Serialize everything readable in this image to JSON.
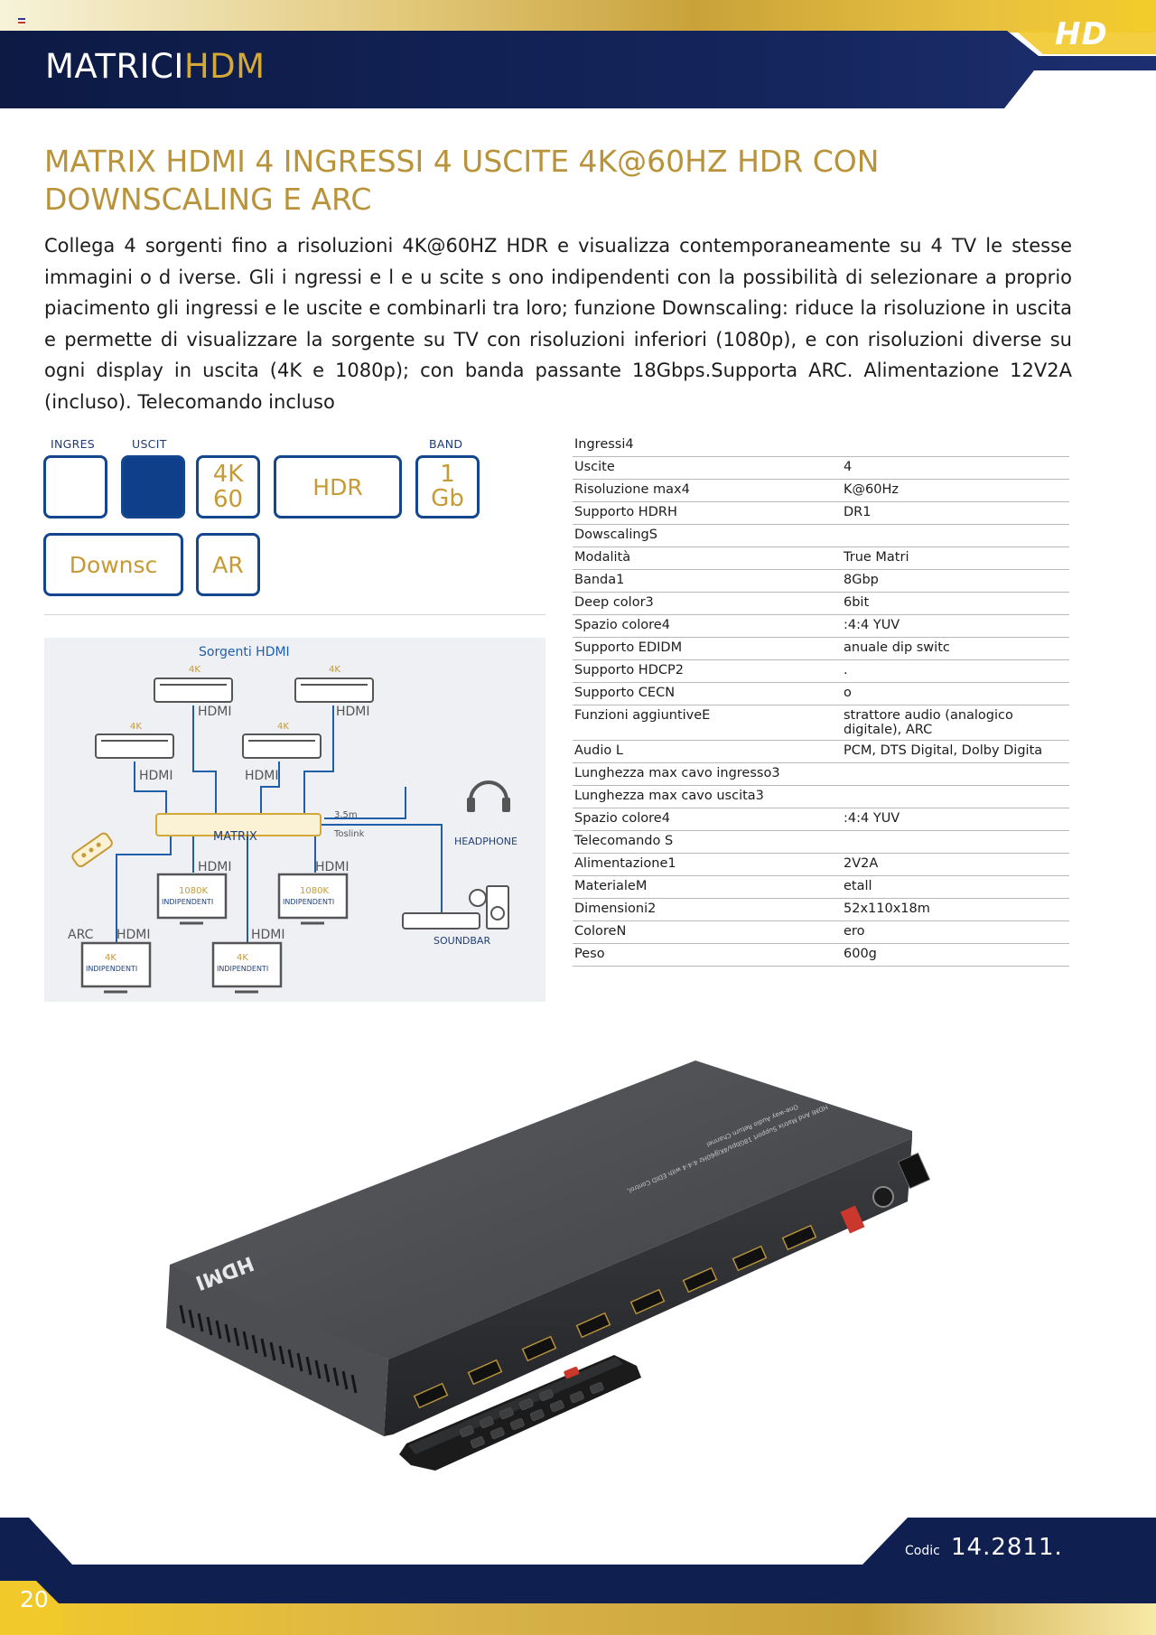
{
  "header": {
    "section_word": "MATRICI",
    "section_accent": "HDM",
    "logo": "HD"
  },
  "product": {
    "title": "MATRIX HDMI 4 INGRESSI 4 USCITE 4K@60HZ HDR CON DOWNSCALING  E ARC",
    "description": "Collega 4 sorgenti fino a risoluzioni 4K@60HZ HDR e visualizza contemporaneamente su 4 TV le stesse immagini o d iverse. Gli i ngressi e l e u scite s ono indipendenti con la possibilità di selezionare a proprio piacimento gli ingressi e le uscite e combinarli tra loro; funzione Downscaling: riduce la risoluzione in uscita e permette di visualizzare la sorgente su TV con risoluzioni inferiori (1080p), e con risoluzioni diverse su ogni display in uscita (4K e 1080p); con banda passante 18Gbps.Supporta ARC. Alimentazione 12V2A (incluso). Telecomando incluso"
  },
  "features": {
    "labels": {
      "ingressi": "INGRES",
      "uscite": "USCIT",
      "band": "BAND"
    },
    "res_top": "4K",
    "res_bottom": "60",
    "hdr": "HDR",
    "band_top": "1",
    "band_bottom": "Gb",
    "downscaling": "Downsc",
    "arc": "AR"
  },
  "diagram": {
    "title": "Sorgenti HDMI",
    "res_4k": "4K",
    "hdmi": "HDMI",
    "matrix": "MATRIX",
    "cable_length": "3,5m",
    "toslink": "Toslink",
    "headphone": "HEADPHONE",
    "soundbar": "SOUNDBAR",
    "arc": "ARC",
    "res_1080k": "1080K",
    "indipendenti": "INDIPENDENTI"
  },
  "specs": [
    {
      "label": "Ingressi4",
      "value": ""
    },
    {
      "label": "Uscite",
      "value": "4"
    },
    {
      "label": "Risoluzione max4",
      "value": "K@60Hz"
    },
    {
      "label": "Supporto HDRH",
      "value": "DR1"
    },
    {
      "label": "DowscalingS",
      "value": ""
    },
    {
      "label": "Modalità",
      "value": "True Matri"
    },
    {
      "label": "Banda1",
      "value": "8Gbp"
    },
    {
      "label": "Deep color3",
      "value": "6bit"
    },
    {
      "label": "Spazio colore4",
      "value": ":4:4 YUV"
    },
    {
      "label": "Supporto EDIDM",
      "value": "anuale dip switc"
    },
    {
      "label": "Supporto HDCP2",
      "value": "."
    },
    {
      "label": "Supporto CECN",
      "value": "o"
    },
    {
      "label": "Funzioni aggiuntiveE",
      "value": "strattore audio (analogico",
      "value2": "digitale), ARC"
    },
    {
      "label": "Audio L",
      "value": "PCM, DTS Digital, Dolby Digita"
    },
    {
      "label": "Lunghezza max cavo ingresso3",
      "value": ""
    },
    {
      "label": "Lunghezza max cavo uscita3",
      "value": ""
    },
    {
      "label": "Spazio colore4",
      "value": ":4:4 YUV"
    },
    {
      "label": "Telecomando S",
      "value": ""
    },
    {
      "label": "Alimentazione1",
      "value": "2V2A"
    },
    {
      "label": "MaterialeM",
      "value": "etall"
    },
    {
      "label": "Dimensioni2",
      "value": "52x110x18m"
    },
    {
      "label": "ColoreN",
      "value": "ero"
    },
    {
      "label": "Peso",
      "value": "600g"
    }
  ],
  "photo": {
    "brand": "HDMI",
    "panel_text_1": "HDMI And Matrix Support 18Gbps/4K@60Hz 4:4:4 with EDID Control,",
    "panel_text_2": "One-way Audio Return Channel"
  },
  "footer": {
    "code_label": "Codic",
    "code_value": "14.2811.",
    "page_number": "20"
  },
  "colors": {
    "navy": "#0f1f4f",
    "gold": "#c9a23a",
    "title_gold": "#b8933a",
    "icon_blue": "#13468d"
  }
}
